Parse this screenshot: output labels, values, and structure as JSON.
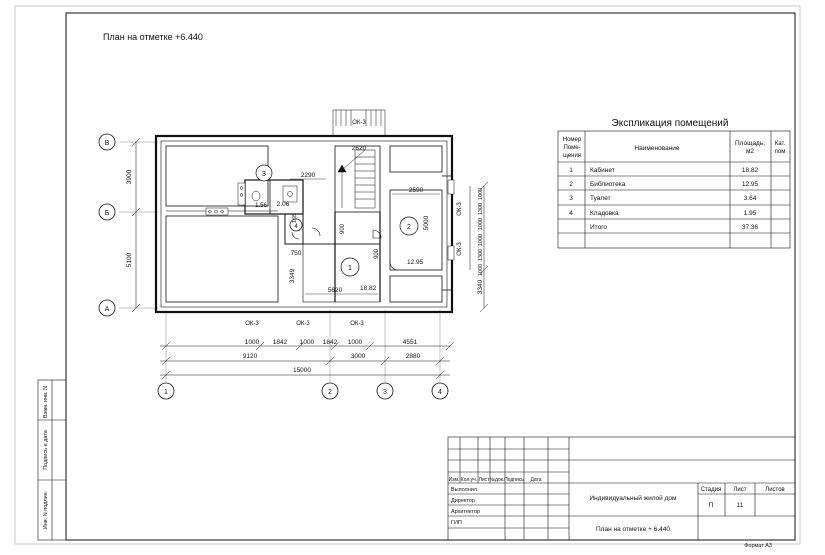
{
  "sheet": {
    "plan_title": "План на отметке  +6.440",
    "format": "Формат А3"
  },
  "axes": {
    "rows": [
      "В",
      "Б",
      "А"
    ],
    "cols": [
      "1",
      "2",
      "3",
      "4"
    ]
  },
  "dims": {
    "left": [
      "3900",
      "5100"
    ],
    "right_top": [
      "5000"
    ],
    "right_bottom": [
      "3340"
    ],
    "right_small": [
      "1000",
      "1300",
      "1000",
      "1000",
      "1300",
      "1000"
    ],
    "top": [
      "2620"
    ],
    "inner": [
      "2290",
      "2590",
      "750",
      "3349",
      "5620",
      "900",
      "900",
      "1.56",
      "2.06",
      "1.95"
    ],
    "bottom_row1": [
      "1000",
      "1842",
      "1000",
      "1842",
      "1000",
      "4551"
    ],
    "bottom_row2": [
      "9120",
      "3000",
      "2880"
    ],
    "bottom_total": "15000",
    "windows": [
      "ОК-3",
      "ОК-3",
      "ОК-3",
      "ОК-3",
      "ОК-3",
      "ОК-3"
    ]
  },
  "rooms": [
    {
      "num": "1",
      "area": "18.82"
    },
    {
      "num": "2",
      "area": "12.95"
    },
    {
      "num": "3",
      "area": ""
    },
    {
      "num": "4",
      "area": ""
    }
  ],
  "explication": {
    "title": "Экспликация помещений",
    "headers": {
      "num": [
        "Номер",
        "Поме-",
        "щения"
      ],
      "name": "Наименование",
      "area": [
        "Площадь,",
        "м2"
      ],
      "cat": [
        "Кат.",
        "пом"
      ]
    },
    "rows": [
      {
        "num": "1",
        "name": "Кабинет",
        "area": "18.82"
      },
      {
        "num": "2",
        "name": "Библиотека",
        "area": "12.95"
      },
      {
        "num": "3",
        "name": "Туалет",
        "area": "3.64"
      },
      {
        "num": "4",
        "name": "Кладовка",
        "area": "1.95"
      },
      {
        "num": "",
        "name": "Итого",
        "area": "37.36"
      }
    ]
  },
  "stamp": {
    "head": [
      "Изм.",
      "Кол.уч.",
      "Лист",
      "№док.",
      "Подпись",
      "Дата"
    ],
    "roles": [
      "Выполнил",
      "Директор",
      "Архитектор",
      "ГИП"
    ],
    "project": "Индивидуальный жилой дом",
    "sheet_name": "План на отметке + 6.440",
    "stage_label": "Стадия",
    "sheet_label": "Лист",
    "sheets_label": "Листов",
    "stage": "П",
    "sheet_no": "11"
  },
  "side_stamp": [
    "Инв. N подлин.",
    "Подпись и дата",
    "Взам. инв. N"
  ]
}
